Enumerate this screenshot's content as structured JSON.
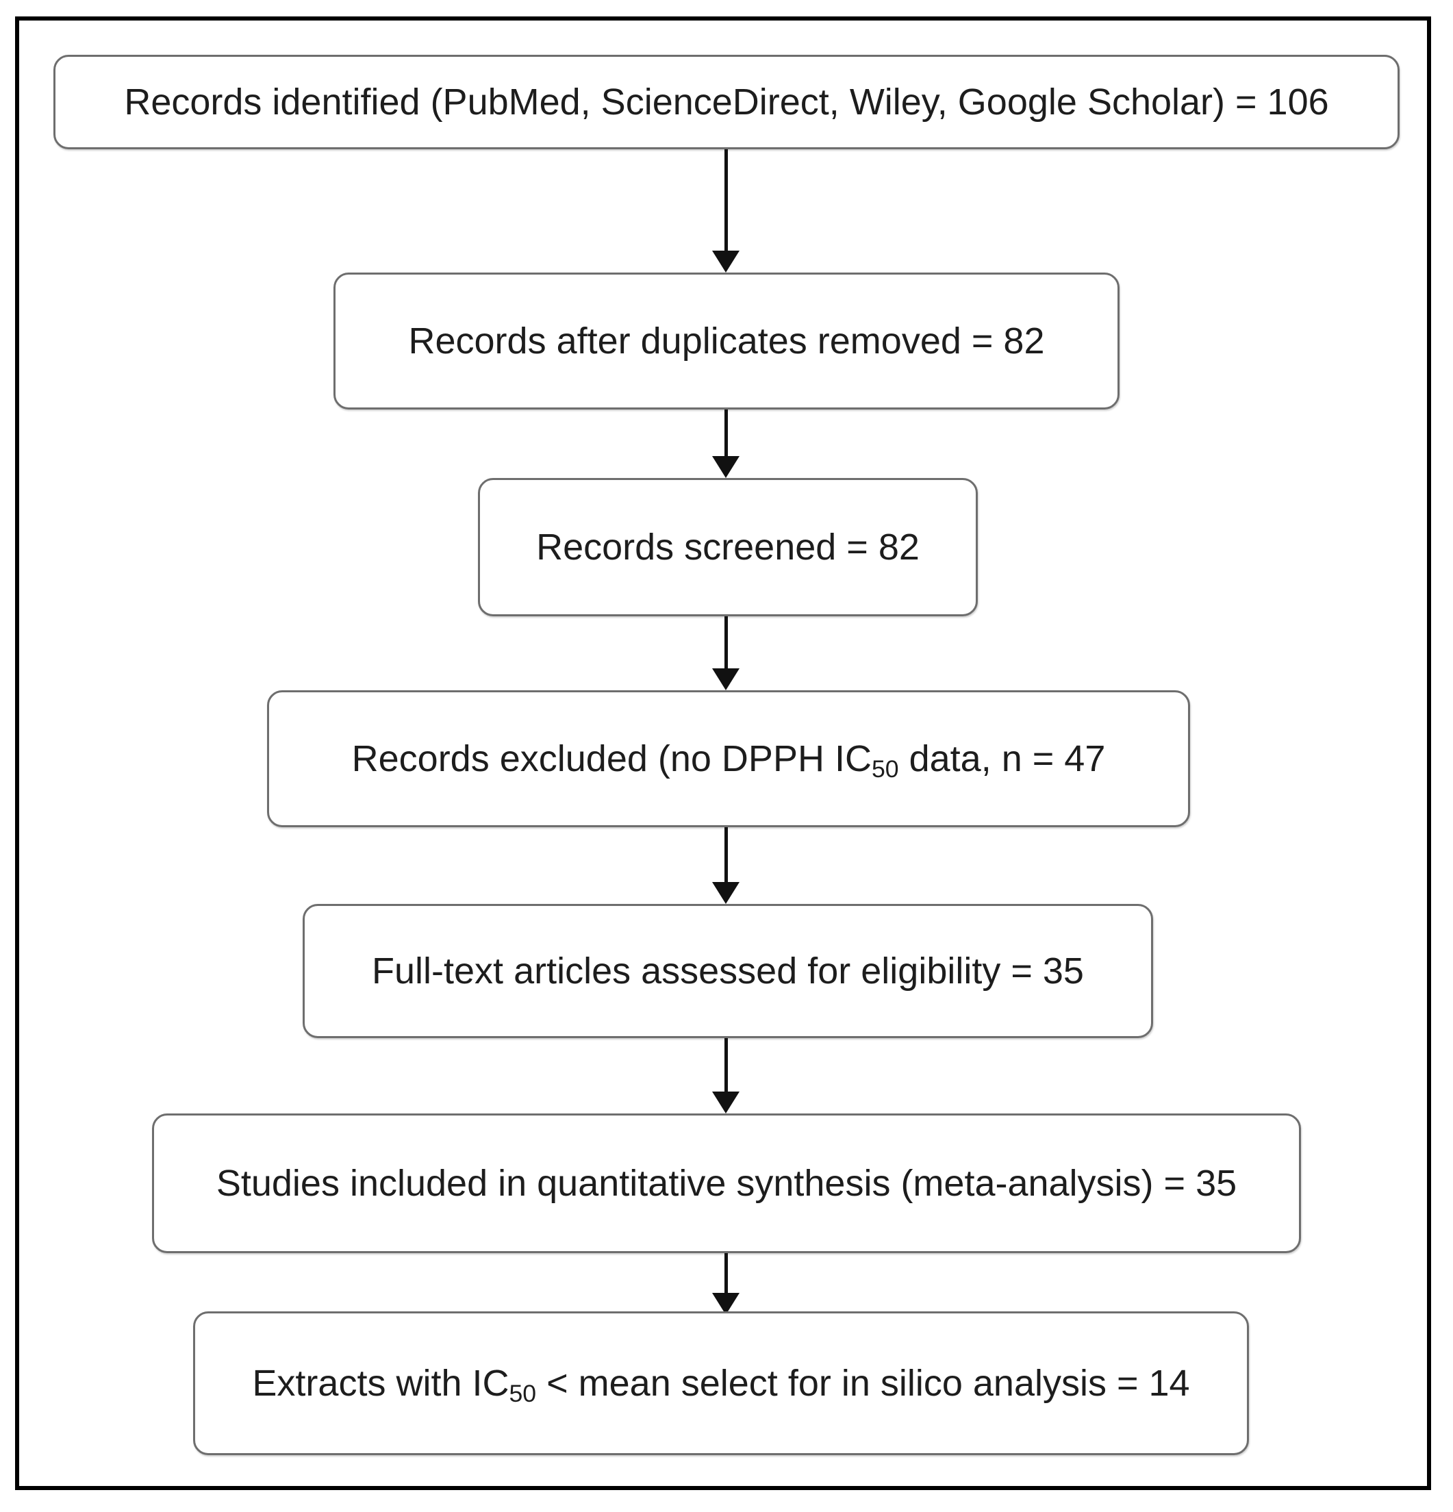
{
  "diagram": {
    "type": "flowchart",
    "title": "PRISMA study selection flow diagram",
    "orientation": "vertical",
    "frame_color": "#000000",
    "box_border_color": "#6e6e6e",
    "box_fill_color": "#ffffff",
    "text_color": "#1d1d1d",
    "arrow_color": "#111111",
    "nodes": [
      {
        "id": "records-identified",
        "label": "Records identified (PubMed, ScienceDirect, Wiley, Google Scholar) = 106",
        "count": 106,
        "sources": [
          "PubMed",
          "ScienceDirect",
          "Wiley",
          "Google Scholar"
        ]
      },
      {
        "id": "duplicates-removed",
        "label": "Records after duplicates removed = 82",
        "count": 82
      },
      {
        "id": "records-screened",
        "label": "Records screened = 82",
        "count": 82
      },
      {
        "id": "records-excluded",
        "label_prefix": "Records excluded (no DPPH IC",
        "label_sub": "50",
        "label_suffix": " data, n = 47",
        "count": 47
      },
      {
        "id": "full-text-assessed",
        "label": "Full-text articles assessed for eligibility = 35",
        "count": 35
      },
      {
        "id": "studies-included",
        "label": "Studies included in quantitative synthesis (meta-analysis) = 35",
        "count": 35
      },
      {
        "id": "extracts-in-silico",
        "label_prefix": "Extracts with IC",
        "label_sub": "50",
        "label_suffix": " < mean select for in silico analysis = 14",
        "count": 14
      }
    ],
    "edges": [
      {
        "from": "records-identified",
        "to": "duplicates-removed",
        "style": "solid-arrow-down"
      },
      {
        "from": "duplicates-removed",
        "to": "records-screened",
        "style": "solid-arrow-down"
      },
      {
        "from": "records-screened",
        "to": "records-excluded",
        "style": "solid-arrow-down"
      },
      {
        "from": "records-excluded",
        "to": "full-text-assessed",
        "style": "solid-arrow-down"
      },
      {
        "from": "full-text-assessed",
        "to": "studies-included",
        "style": "solid-arrow-down"
      },
      {
        "from": "studies-included",
        "to": "extracts-in-silico",
        "style": "solid-arrow-down"
      }
    ]
  }
}
